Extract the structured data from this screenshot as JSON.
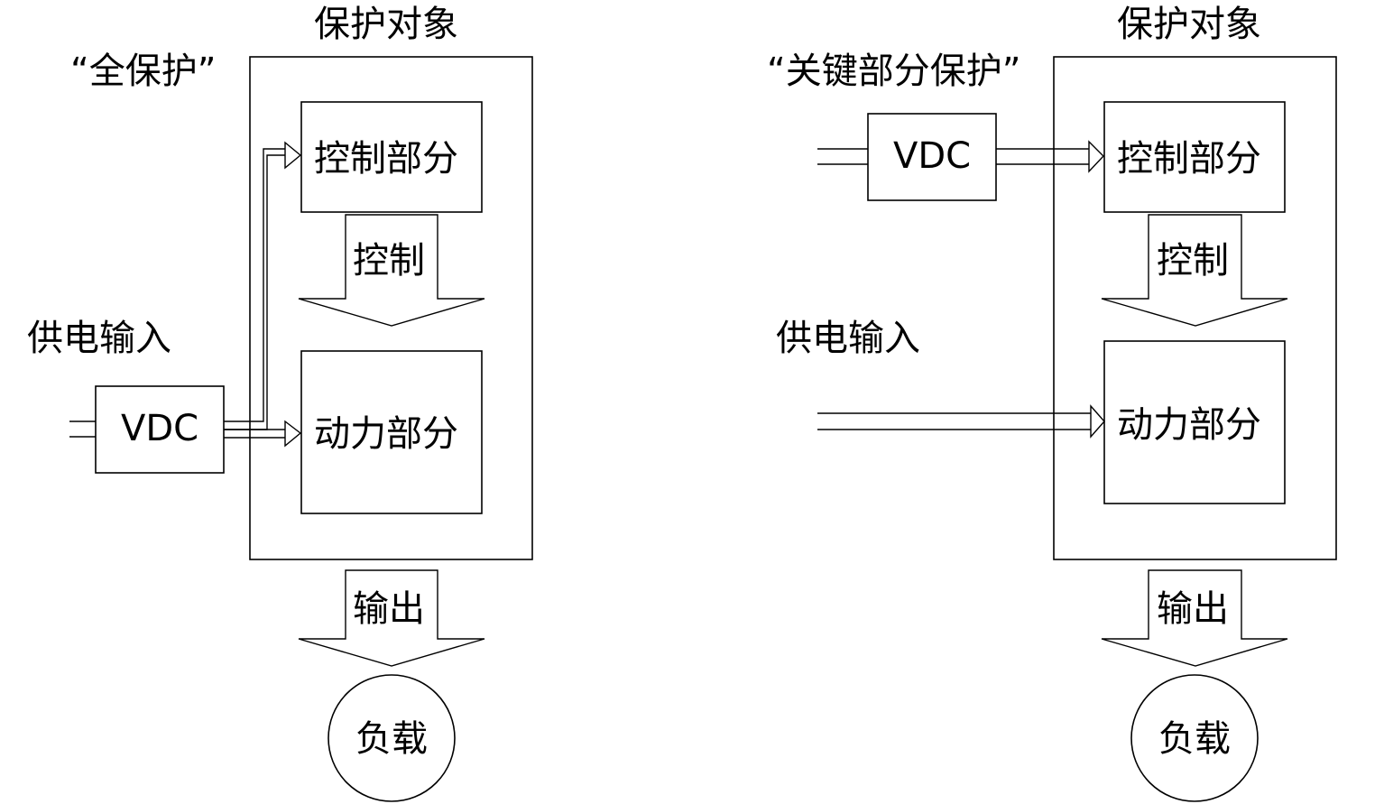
{
  "left_panel": {
    "mode_label": "“全保护”",
    "protected_label": "保护对象",
    "power_input_label": "供电输入",
    "vdc_label": "VDC",
    "control_part_label": "控制部分",
    "control_arrow_label": "控制",
    "power_part_label": "动力部分",
    "output_arrow_label": "输出",
    "load_label": "负载"
  },
  "right_panel": {
    "mode_label": "“关键部分保护”",
    "protected_label": "保护对象",
    "power_input_label": "供电输入",
    "vdc_label": "VDC",
    "control_part_label": "控制部分",
    "control_arrow_label": "控制",
    "power_part_label": "动力部分",
    "output_arrow_label": "输出",
    "load_label": "负载"
  },
  "colors": {
    "stroke": "#000000",
    "background": "#ffffff"
  }
}
